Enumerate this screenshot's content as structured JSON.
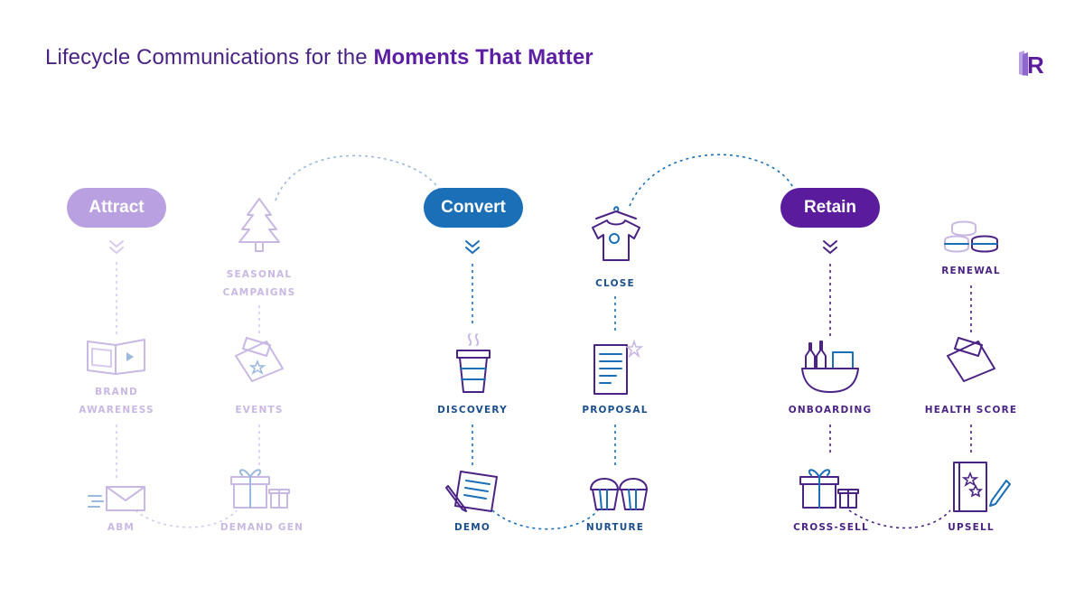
{
  "title": {
    "prefix": "Lifecycle Communications for the ",
    "emphasis": "Moments That Matter"
  },
  "logo_letter": "R",
  "stages": {
    "attract": {
      "label": "Attract",
      "color": "#b9a0e0"
    },
    "convert": {
      "label": "Convert",
      "color": "#1b6fb6"
    },
    "retain": {
      "label": "Retain",
      "color": "#5a1c9c"
    }
  },
  "steps": {
    "brand_awareness": {
      "line1": "BRAND",
      "line2": "AWARENESS"
    },
    "abm": "ABM",
    "seasonal": {
      "line1": "SEASONAL",
      "line2": "CAMPAIGNS"
    },
    "events": "EVENTS",
    "demand_gen": "DEMAND GEN",
    "discovery": "DISCOVERY",
    "demo": "DEMO",
    "close": "CLOSE",
    "proposal": "PROPOSAL",
    "nurture": "NURTURE",
    "onboarding": "ONBOARDING",
    "cross_sell": "CROSS-SELL",
    "renewal": "RENEWAL",
    "health_score": "HEALTH SCORE",
    "upsell": "UPSELL"
  },
  "icons": {
    "brand_awareness": "billboard-icon",
    "abm": "envelope-icon",
    "seasonal": "pine-tree-icon",
    "events": "tickets-icon",
    "demand_gen": "gift-icon",
    "discovery": "coffee-cup-icon",
    "demo": "document-pen-icon",
    "close": "shirt-icon",
    "proposal": "proposal-document-icon",
    "nurture": "cupcakes-icon",
    "onboarding": "gift-basket-icon",
    "cross_sell": "gift-icon",
    "renewal": "macarons-icon",
    "health_score": "tickets-icon",
    "upsell": "notebook-icon"
  }
}
